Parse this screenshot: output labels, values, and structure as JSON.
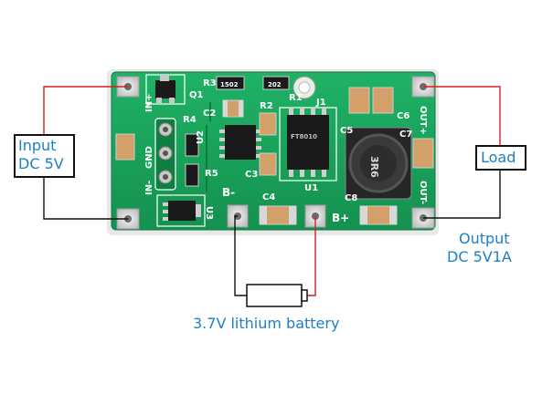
{
  "labels": {
    "input_line1": "Input",
    "input_line2": "DC 5V",
    "load": "Load",
    "output_line1": "Output",
    "output_line2": "DC 5V1A",
    "battery": "3.7V lithium battery"
  },
  "pcb_labels": {
    "q1": "Q1",
    "r3": "R3",
    "r3_marking": "1502",
    "r1_marking": "202",
    "r1": "R1",
    "j1": "J1",
    "r4": "R4",
    "c2": "C2",
    "r2": "R2",
    "c5": "C5",
    "c6": "C6",
    "out_plus": "OUT+",
    "in_plus": "IN+",
    "gnd": "GND",
    "in_minus": "IN-",
    "u2": "U2",
    "r5": "R5",
    "c3": "C3",
    "u1": "U1",
    "c7": "C7",
    "out_minus": "OUT-",
    "b_minus": "B-",
    "c4": "C4",
    "c8": "C8",
    "b_plus": "B+",
    "u3": "U3",
    "ic_marking": "FT8010",
    "inductor_marking": "3R6"
  },
  "colors": {
    "pcb": "#17a05a",
    "silkscreen": "#ffffff",
    "wire_red": "#d42020",
    "wire_black": "#111111",
    "label": "#1d7fc4"
  }
}
